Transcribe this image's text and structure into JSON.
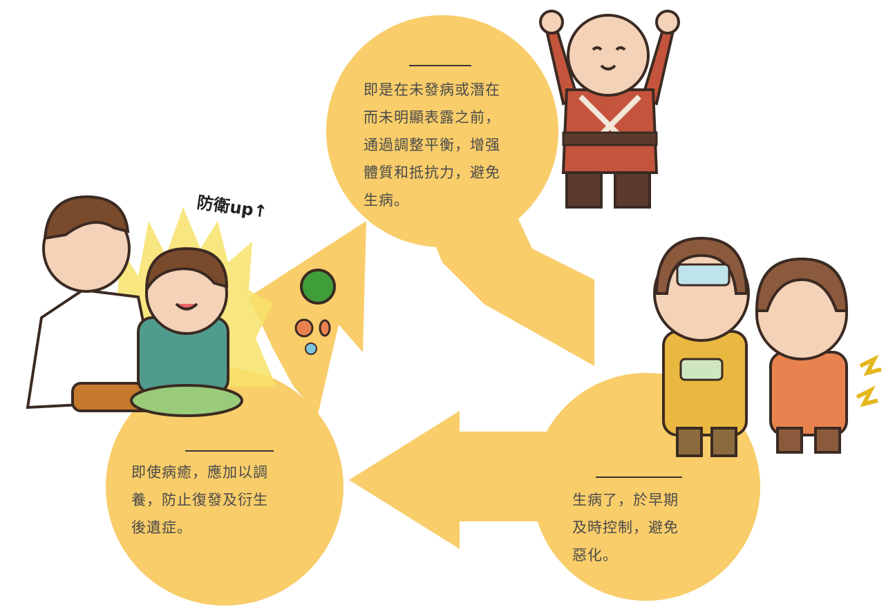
{
  "diagram": {
    "fill_color": "#F8CD6A",
    "background": "#ffffff",
    "nodes": [
      {
        "id": "prevention",
        "text": "即是在未發病或潛在\n而未明顯表露之前，\n通過調整平衡，增强\n體質和抵抗力，避免\n生病。"
      },
      {
        "id": "early-treatment",
        "text": "生病了，於早期\n及時控制，避免\n惡化。"
      },
      {
        "id": "recovery",
        "text": "即使病癒，應加以調\n養，防止復發及衍生\n後遺症。"
      }
    ],
    "illustrations": [
      {
        "id": "monk-cheering",
        "icon": "cheering-monk-illustration"
      },
      {
        "id": "sick-children",
        "icon": "sick-children-illustration"
      },
      {
        "id": "doctor-child",
        "icon": "doctor-and-child-illustration",
        "caption": "防衛up↑"
      }
    ],
    "arrows": [
      {
        "from": "prevention",
        "to": "early-treatment"
      },
      {
        "from": "early-treatment",
        "to": "recovery"
      },
      {
        "from": "recovery",
        "to": "prevention"
      }
    ]
  }
}
